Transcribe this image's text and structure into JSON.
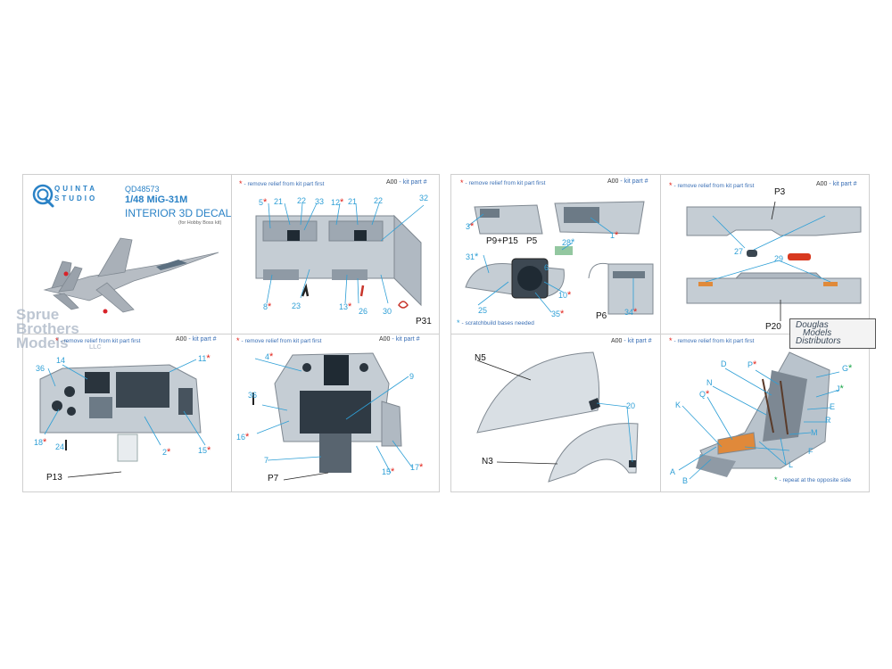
{
  "brand": {
    "name_line1": "QUINTA",
    "name_line2": "STUDIO",
    "product_code": "QD48573",
    "scale_model": "1/48 MiG-31M",
    "product_title": "INTERIOR 3D DECAL",
    "kit_note": "(for Hobby Boss kit)"
  },
  "legend": {
    "remove_relief": "- remove relief from kit part first",
    "kit_part_code": "A00",
    "kit_part_label": "- kit part #",
    "scratchbuild": "- scratchbuild bases needed",
    "repeat_opposite": "- repeat at the opposite side"
  },
  "panels": {
    "top_mid": {
      "callouts": [
        "5",
        "21",
        "22",
        "33",
        "12",
        "21",
        "22",
        "32",
        "8",
        "23",
        "13",
        "26",
        "30"
      ],
      "kit_part": "P31"
    },
    "bot_left": {
      "callouts": [
        "14",
        "11",
        "36",
        "18",
        "24",
        "2",
        "15"
      ],
      "kit_part": "P13"
    },
    "bot_mid": {
      "callouts": [
        "4",
        "9",
        "36",
        "16",
        "7",
        "15",
        "17"
      ],
      "kit_part": "P7"
    },
    "top_r1": {
      "callouts": [
        "3",
        "1",
        "31",
        "28",
        "6",
        "10",
        "25",
        "35",
        "34"
      ],
      "kit_parts": [
        "P5",
        "P9+P15",
        "P6"
      ]
    },
    "top_r2": {
      "callouts": [
        "27",
        "29"
      ],
      "kit_parts": [
        "P3",
        "P20"
      ]
    },
    "bot_r1": {
      "callouts": [
        "20"
      ],
      "kit_parts": [
        "N5",
        "N3"
      ]
    },
    "bot_r2": {
      "callouts": [
        "D",
        "P",
        "N",
        "Q",
        "K",
        "G",
        "J",
        "E",
        "R",
        "M",
        "F",
        "L",
        "A",
        "B"
      ]
    }
  },
  "watermarks": {
    "sprue_line1": "Sprue",
    "sprue_line2": "Brothers",
    "sprue_line3": "Models",
    "sprue_suffix": "LLC",
    "douglas_line1": "Douglas",
    "douglas_line2": "Models",
    "douglas_line3": "Distributors"
  },
  "colors": {
    "accent_blue": "#2e9fd6",
    "title_blue": "#2a82c6",
    "star_red": "#e2231a",
    "star_green": "#1aa64a",
    "part_grey": "#b9c3cc"
  }
}
